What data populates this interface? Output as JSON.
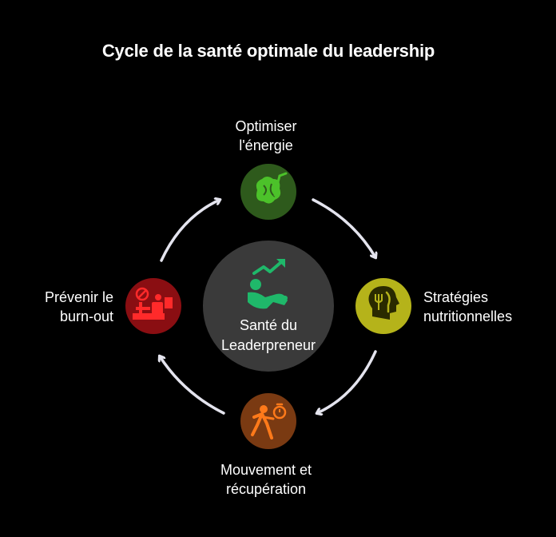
{
  "title": "Cycle de la santé optimale du leadership",
  "center": {
    "line1": "Santé du",
    "line2": "Leaderpreneur",
    "icon": "leader-runner-growth-icon",
    "color": "#3a3a3a",
    "icon_color": "#1fb86a"
  },
  "nodes": [
    {
      "id": "energy",
      "line1": "Optimiser",
      "line2": "l'énergie",
      "icon": "brain-drink-icon",
      "color": "#2e5a1c",
      "icon_color": "#4cc22a"
    },
    {
      "id": "nutrition",
      "line1": "Stratégies",
      "line2": "nutritionnelles",
      "icon": "head-fork-knife-icon",
      "color": "#b5b31a",
      "icon_color": "#2a2a00"
    },
    {
      "id": "movement",
      "line1": "Mouvement et",
      "line2": "récupération",
      "icon": "runner-stopwatch-icon",
      "color": "#7a3a12",
      "icon_color": "#ff7a1a"
    },
    {
      "id": "burnout",
      "line1": "Prévenir le",
      "line2": "burn-out",
      "icon": "stressed-worker-icon",
      "color": "#8a0e12",
      "icon_color": "#ff2a2a"
    }
  ],
  "arrow_color": "#e4e4ee"
}
